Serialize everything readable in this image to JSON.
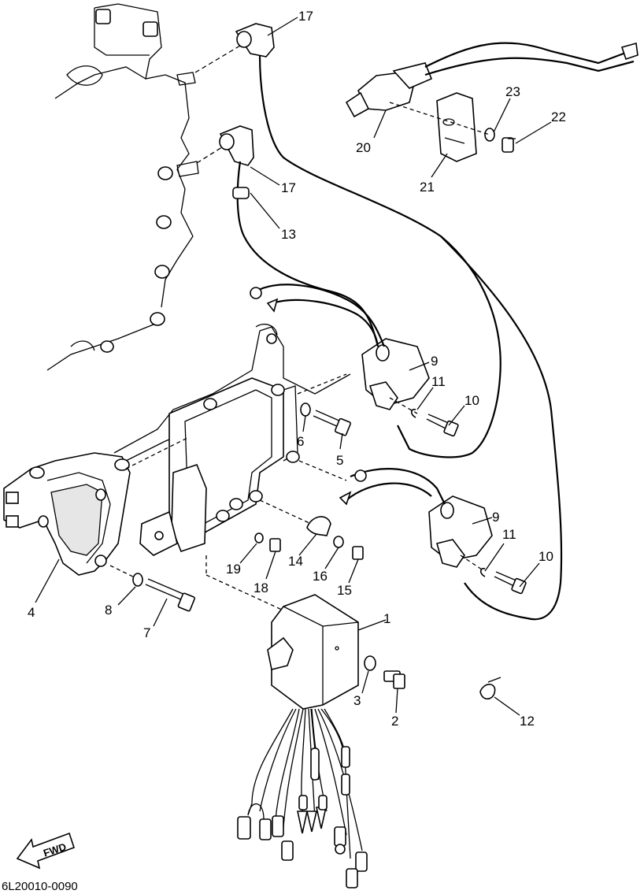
{
  "diagram": {
    "drawing_code": "6L20010-0090",
    "direction_label": "FWD",
    "callouts": [
      "17",
      "17",
      "13",
      "23",
      "22",
      "20",
      "21",
      "9",
      "11",
      "10",
      "6",
      "5",
      "9",
      "11",
      "10",
      "4",
      "19",
      "18",
      "14",
      "16",
      "15",
      "8",
      "7",
      "1",
      "3",
      "2",
      "12"
    ]
  }
}
